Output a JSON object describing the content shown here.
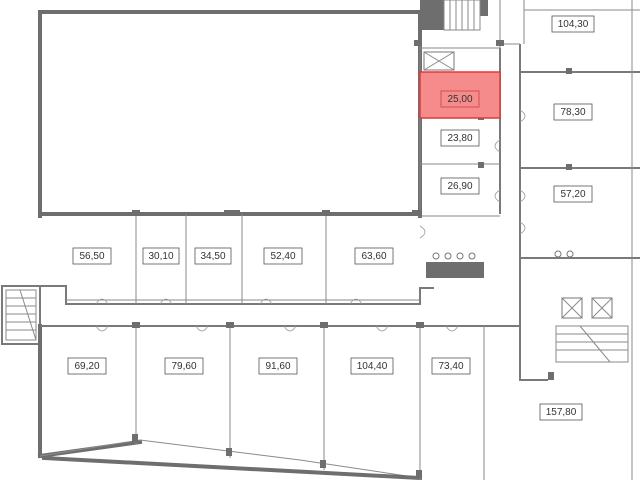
{
  "floor_plan": {
    "colors": {
      "wall": "#6e6e6e",
      "selected_fill": "#f58b8b",
      "selected_stroke": "#e03a3a",
      "background": "#ffffff"
    },
    "selected_room": "25,00",
    "rooms": [
      {
        "id": "r-104-30-top",
        "label": "104,30"
      },
      {
        "id": "r-25-00",
        "label": "25,00"
      },
      {
        "id": "r-78-30",
        "label": "78,30"
      },
      {
        "id": "r-23-80",
        "label": "23,80"
      },
      {
        "id": "r-26-90",
        "label": "26,90"
      },
      {
        "id": "r-57-20",
        "label": "57,20"
      },
      {
        "id": "r-56-50",
        "label": "56,50"
      },
      {
        "id": "r-30-10",
        "label": "30,10"
      },
      {
        "id": "r-34-50",
        "label": "34,50"
      },
      {
        "id": "r-52-40",
        "label": "52,40"
      },
      {
        "id": "r-63-60",
        "label": "63,60"
      },
      {
        "id": "r-69-20",
        "label": "69,20"
      },
      {
        "id": "r-79-60",
        "label": "79,60"
      },
      {
        "id": "r-91-60",
        "label": "91,60"
      },
      {
        "id": "r-104-40",
        "label": "104,40"
      },
      {
        "id": "r-73-40",
        "label": "73,40"
      },
      {
        "id": "r-157-80",
        "label": "157,80"
      }
    ]
  }
}
